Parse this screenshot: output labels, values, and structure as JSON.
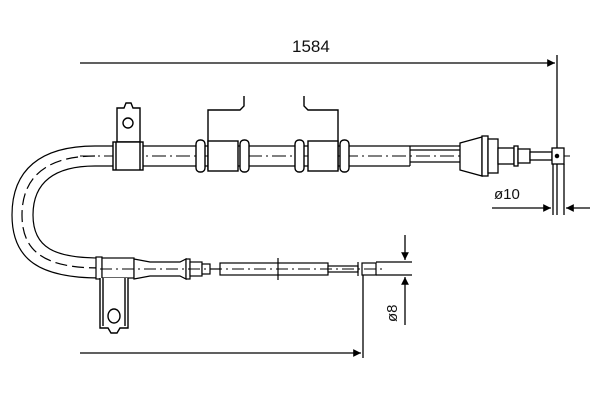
{
  "diagram": {
    "type": "technical-drawing",
    "subject": "parking brake cable",
    "dimensions": {
      "overall_length": "1584",
      "end_diameter_right": "ø10",
      "end_diameter_lower": "ø8"
    },
    "colors": {
      "line": "#000000",
      "background": "#ffffff"
    }
  }
}
